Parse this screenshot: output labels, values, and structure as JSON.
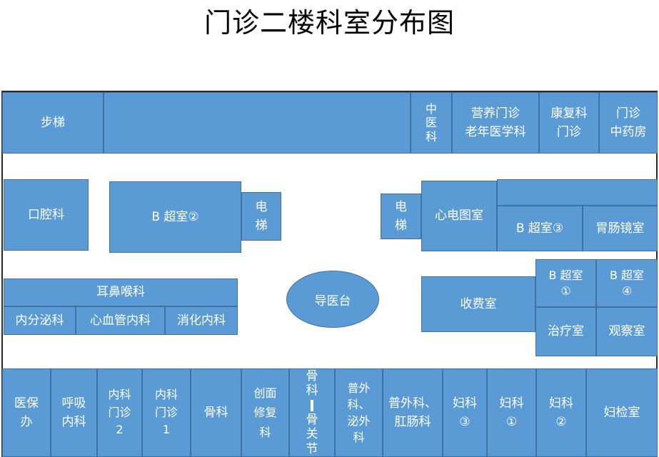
{
  "title": "门诊二楼科室分布图",
  "rooms": {
    "stairs": "步梯",
    "corridor_top": "",
    "tcm": "中\n医\n科",
    "nutrition": "营养门诊\n老年医学科",
    "rehab": "康复科\n门诊",
    "pharmacy": "门诊\n中药房",
    "dental": "口腔科",
    "bscan2": "B 超室②",
    "elevator_left": "电\n梯",
    "elevator_right": "电\n梯",
    "ecg": "心电图室",
    "right_top_strip": "",
    "bscan3": "B 超室③",
    "gastro_scope": "胃肠镜室",
    "ent": "耳鼻喉科",
    "endocrine": "内分泌科",
    "cardio": "心血管内科",
    "digestive": "消化内科",
    "info_desk": "导医台",
    "cashier": "收费室",
    "bscan1": "B 超室\n①",
    "bscan4": "B 超室\n④",
    "treatment": "治疗室",
    "observation": "观察室",
    "medical_insurance": "医保\n办",
    "respiratory": "呼吸\n内科",
    "internal2": "内科\n门诊\n2",
    "internal1": "内科\n门诊\n1",
    "orthopedics": "骨科",
    "wound_repair": "创面\n修复\n科",
    "bone_top": "骨\n科",
    "bone_bottom": "骨\n关\n节",
    "general_surgery_urology": "普外\n科、\n泌外\n科",
    "general_surgery_colorectal": "普外科、\n肛肠科",
    "gyn3": "妇科\n③",
    "gyn1": "妇科\n①",
    "gyn2": "妇科\n②",
    "gyn_exam": "妇检室"
  }
}
